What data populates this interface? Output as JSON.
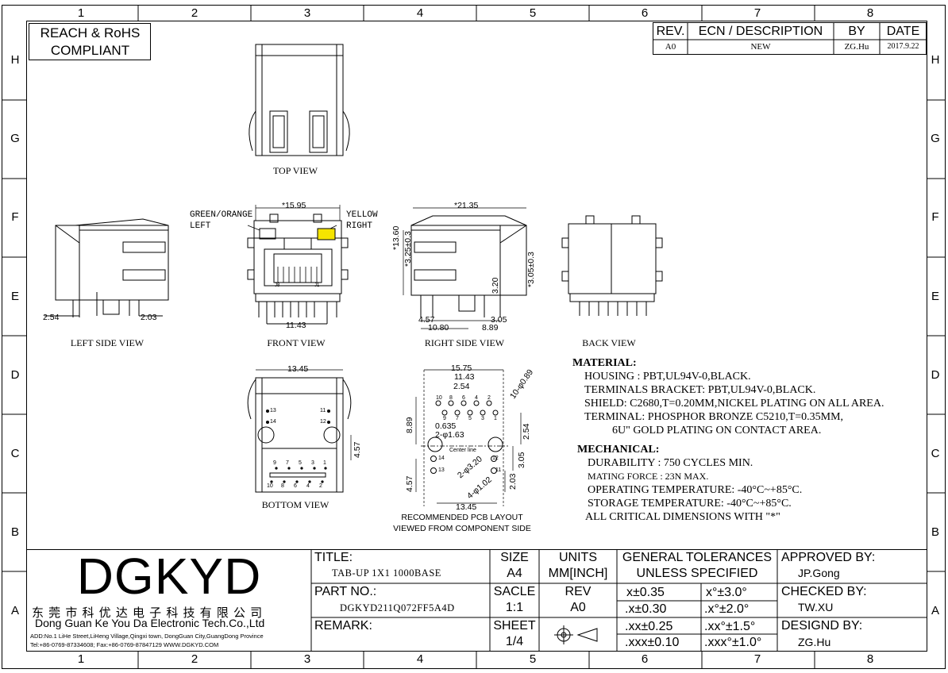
{
  "grid": {
    "columns": [
      "1",
      "2",
      "3",
      "4",
      "5",
      "6",
      "7",
      "8"
    ],
    "rows": [
      "H",
      "G",
      "F",
      "E",
      "D",
      "C",
      "B",
      "A"
    ]
  },
  "compliance": {
    "line1": "REACH & RoHS",
    "line2": "COMPLIANT"
  },
  "revision_table": {
    "headers": {
      "rev": "REV.",
      "ecn": "ECN / DESCRIPTION",
      "by": "BY",
      "date": "DATE"
    },
    "row": {
      "rev": "A0",
      "ecn": "NEW",
      "by": "ZG.Hu",
      "date": "2017.9.22"
    }
  },
  "views": {
    "top": "TOP VIEW",
    "left_side": "LEFT SIDE VIEW",
    "front": "FRONT VIEW",
    "right_side": "RIGHT SIDE VIEW",
    "back": "BACK VIEW",
    "bottom": "BOTTOM VIEW",
    "pcb_line1": "RECOMMENDED PCB LAYOUT",
    "pcb_line2": "VIEWED FROM COMPONENT SIDE"
  },
  "led_labels": {
    "left_color": "GREEN/ORANGE",
    "left_side": "LEFT",
    "right_color": "YELLOW",
    "right_side": "RIGHT",
    "yellow_hex": "#f5e400"
  },
  "dimensions": {
    "front_width": "*15.95",
    "front_pins": "11.43",
    "left_254": "2.54",
    "left_203": "2.03",
    "right_width": "*21.35",
    "right_height": "*13.60",
    "right_325": "*3.25±0.3",
    "right_320": "3.20",
    "right_305": "*3.05±0.3",
    "right_457": "4.57",
    "right_1080": "10.80",
    "right_305b": "3.05",
    "right_889": "8.89",
    "bottom_width": "13.45",
    "bottom_457": "4.57",
    "pcb_1575": "15.75",
    "pcb_1143": "11.43",
    "pcb_254": "2.54",
    "pcb_089": "10-φ0.89",
    "pcb_889": "8.89",
    "pcb_0635": "0.635",
    "pcb_163": "2-φ1.63",
    "pcb_254r": "2.54",
    "pcb_center": "Center line",
    "pcb_320": "2-φ3.20",
    "pcb_305": "3.05",
    "pcb_102": "4-φ1.02",
    "pcb_203": "2.03",
    "pcb_457": "4.57",
    "pcb_1345": "13.45"
  },
  "pin_numbers": {
    "bottom_top_row": [
      "9",
      "7",
      "5",
      "3",
      "1"
    ],
    "bottom_bottom_row": [
      "10",
      "8",
      "6",
      "4",
      "2"
    ],
    "bottom_side": [
      "13",
      "14",
      "11",
      "12"
    ],
    "pcb_top": [
      "10",
      "8",
      "6",
      "4",
      "2"
    ],
    "pcb_mid": [
      "9",
      "7",
      "5",
      "3",
      "1"
    ],
    "pcb_side": [
      "11",
      "12",
      "13",
      "14"
    ],
    "front_labels": [
      "J8",
      "J1"
    ]
  },
  "material": {
    "heading": "MATERIAL:",
    "lines": [
      "HOUSING : PBT,UL94V-0,BLACK.",
      "TERMINALS BRACKET: PBT,UL94V-0,BLACK.",
      "SHIELD: C2680,T=0.20MM,NICKEL PLATING ON ALL AREA.",
      "TERMINAL: PHOSPHOR BRONZE C5210,T=0.35MM,",
      "          6U\" GOLD PLATING ON CONTACT AREA."
    ]
  },
  "mechanical": {
    "heading": "MECHANICAL:",
    "lines": [
      "DURABILITY : 750 CYCLES MIN.",
      "MATING FORCE : 23N MAX.",
      "OPERATING TEMPERATURE: -40°C~+85°C.",
      "STORAGE TEMPERATURE: -40°C~+85°C.",
      "ALL CRITICAL DIMENSIONS WITH \"*\""
    ]
  },
  "title_block": {
    "logo": "DGKYD",
    "company_cn": "东 莞 市 科 优 达 电 子 科 技 有 限 公 司",
    "company_en": "Dong Guan Ke You Da Electronic Tech.Co.,Ltd",
    "address": "ADD:No.1 LiHe Street,LiHeng Village,Qingxi town, DongGuan City,GuangDong Province",
    "contact": "Tel:+86-0769-87334608; Fax:+86-0769-87847129  WWW.DGKYD.COM",
    "title_label": "TITLE:",
    "title_value": "TAB-UP 1X1 1000BASE",
    "part_label": "PART NO.:",
    "part_value": "DGKYD211Q072FF5A4D",
    "remark_label": "REMARK:",
    "size_label": "SIZE",
    "size_value": "A4",
    "units_label": "UNITS",
    "units_value": "MM[INCH]",
    "scale_label": "SACLE",
    "scale_value": "1:1",
    "rev_label": "REV",
    "rev_value": "A0",
    "sheet_label": "SHEET",
    "sheet_value": "1/4",
    "tol_line1": "GENERAL TOLERANCES",
    "tol_line2": "UNLESS SPECIFIED",
    "tol": [
      "x±0.35",
      "x°±3.0°",
      ".x±0.30",
      ".x°±2.0°",
      ".xx±0.25",
      ".xx°±1.5°",
      ".xxx±0.10",
      ".xxx°±1.0°"
    ],
    "approved_label": "APPROVED BY:",
    "approved_value": "JP.Gong",
    "checked_label": "CHECKED BY:",
    "checked_value": "TW.XU",
    "designed_label": "DESIGND BY:",
    "designed_value": "ZG.Hu"
  }
}
